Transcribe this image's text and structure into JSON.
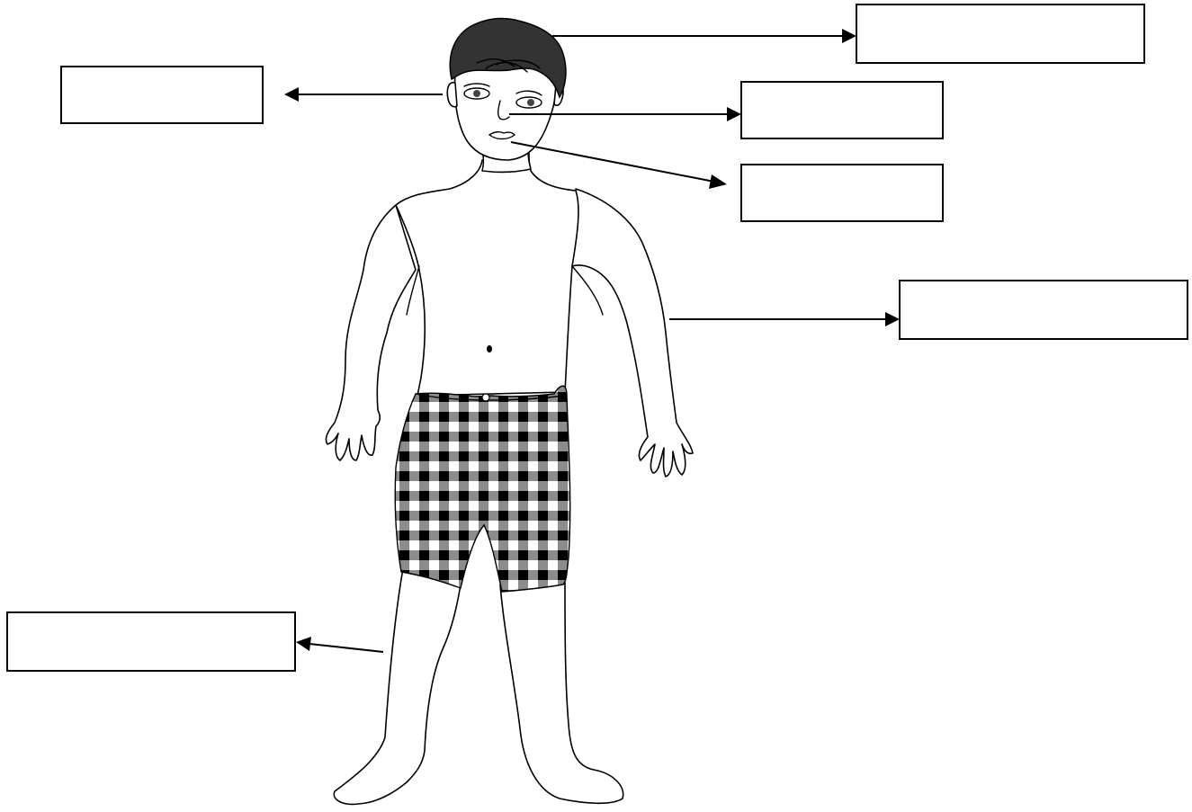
{
  "diagram": {
    "labels": [
      {
        "id": "hair",
        "text": ""
      },
      {
        "id": "ear",
        "text": ""
      },
      {
        "id": "nose",
        "text": ""
      },
      {
        "id": "mouth",
        "text": ""
      },
      {
        "id": "arm",
        "text": ""
      },
      {
        "id": "leg",
        "text": ""
      }
    ],
    "colors": {
      "line": "#000000",
      "hair": "#333333",
      "shorts_dark": "#000000",
      "shorts_light": "#ffffff",
      "shorts_mid": "#8c8c8c"
    }
  }
}
